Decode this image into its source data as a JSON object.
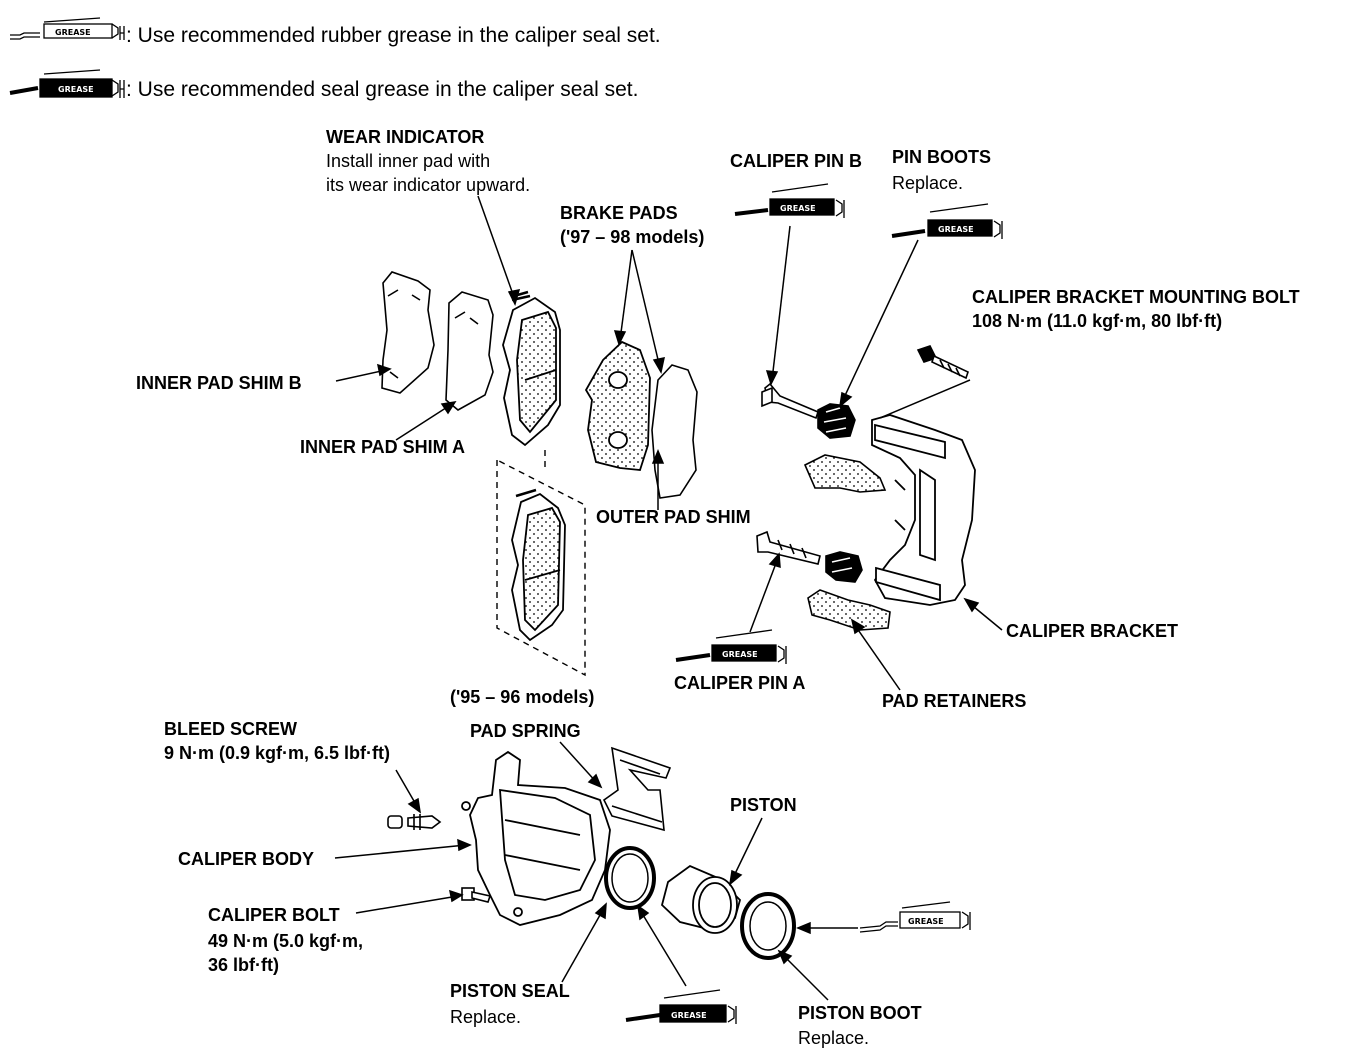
{
  "legend": {
    "rubber_tube_text": "GREASE",
    "rubber_text": ": Use recommended rubber grease in the caliper seal set.",
    "seal_tube_text": "GREASE",
    "seal_text": ": Use recommended seal grease in the caliper seal set."
  },
  "labels": {
    "wear_indicator_title": "WEAR INDICATOR",
    "wear_indicator_line1": "Install inner pad with",
    "wear_indicator_line2": "its wear indicator upward.",
    "brake_pads_title": "BRAKE PADS",
    "brake_pads_models": "('97 – 98 models)",
    "caliper_pin_b": "CALIPER PIN B",
    "pin_boots_title": "PIN BOOTS",
    "pin_boots_note": "Replace.",
    "bracket_bolt_title": "CALIPER BRACKET MOUNTING BOLT",
    "bracket_bolt_torque": "108 N·m (11.0 kgf·m, 80 lbf·ft)",
    "inner_pad_shim_b": "INNER PAD SHIM B",
    "inner_pad_shim_a": "INNER PAD SHIM A",
    "outer_pad_shim": "OUTER PAD SHIM",
    "models_95_96": "('95 – 96 models)",
    "caliper_pin_a": "CALIPER PIN A",
    "caliper_bracket": "CALIPER BRACKET",
    "pad_retainers": "PAD RETAINERS",
    "bleed_screw_title": "BLEED SCREW",
    "bleed_screw_torque": "9 N·m (0.9 kgf·m, 6.5 lbf·ft)",
    "pad_spring": "PAD SPRING",
    "piston": "PISTON",
    "caliper_body": "CALIPER BODY",
    "caliper_bolt_title": "CALIPER BOLT",
    "caliper_bolt_torque1": "49 N·m (5.0 kgf·m,",
    "caliper_bolt_torque2": "36 lbf·ft)",
    "piston_seal_title": "PISTON SEAL",
    "piston_seal_note": "Replace.",
    "piston_boot_title": "PISTON BOOT",
    "piston_boot_note": "Replace."
  },
  "grease_tubes": {
    "pin_b": "GREASE",
    "pin_boots": "GREASE",
    "pin_a": "GREASE",
    "piston_seal": "GREASE",
    "piston_boot": "GREASE"
  }
}
